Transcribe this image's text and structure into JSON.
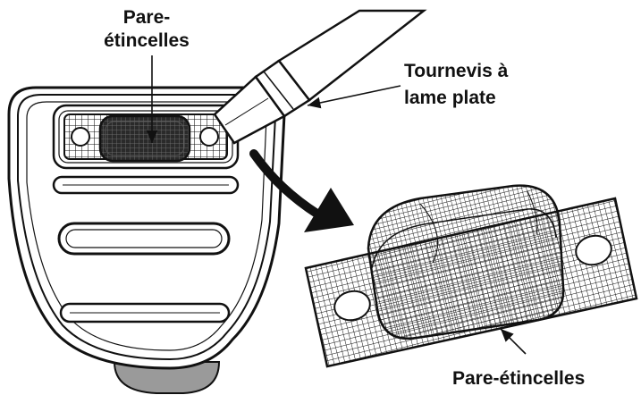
{
  "labels": {
    "top_line1": "Pare-",
    "top_line2": "étincelles",
    "tool_line1": "Tournevis à",
    "tool_line2": "lame plate",
    "bottom": "Pare-étincelles"
  },
  "colors": {
    "ink": "#111111",
    "background": "#ffffff",
    "filter_dark": "#2a2a2a",
    "cap_gray": "#9a9a9a"
  }
}
